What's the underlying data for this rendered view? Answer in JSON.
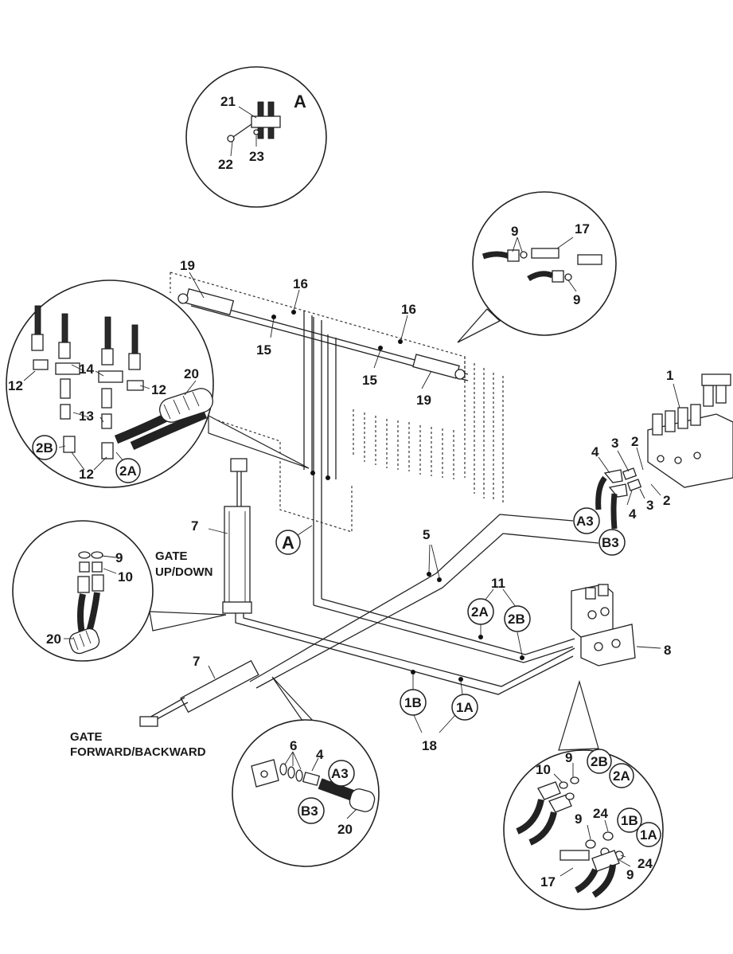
{
  "detail_labels": {
    "A_detail": "A",
    "A_marker": "A",
    "part_1": "1",
    "part_2a": "2",
    "part_2b": "2",
    "part_3a": "3",
    "part_3b": "3",
    "part_4a": "4",
    "part_4b": "4",
    "part_4c": "4",
    "part_5": "5",
    "part_6": "6",
    "part_7a": "7",
    "part_7b": "7",
    "part_8": "8",
    "part_9a": "9",
    "part_9b": "9",
    "part_9c": "9",
    "part_9d": "9",
    "part_9e": "9",
    "part_9f": "9",
    "part_10a": "10",
    "part_10b": "10",
    "part_11": "11",
    "part_12a": "12",
    "part_12b": "12",
    "part_12c": "12",
    "part_13": "13",
    "part_14": "14",
    "part_15a": "15",
    "part_15b": "15",
    "part_16a": "16",
    "part_16b": "16",
    "part_17a": "17",
    "part_17b": "17",
    "part_18": "18",
    "part_19a": "19",
    "part_19b": "19",
    "part_20a": "20",
    "part_20b": "20",
    "part_20c": "20",
    "part_21": "21",
    "part_22": "22",
    "part_23": "23",
    "part_24a": "24",
    "part_24b": "24"
  },
  "port_bubbles": {
    "2B_left": "2B",
    "2A_left": "2A",
    "A3_right": "A3",
    "B3_right": "B3",
    "2A_mid": "2A",
    "2B_mid": "2B",
    "1B_mid": "1B",
    "1A_mid": "1A",
    "A3_bottom": "A3",
    "B3_bottom": "B3",
    "2B_br": "2B",
    "2A_br": "2A",
    "1B_br": "1B",
    "1A_br": "1A"
  },
  "captions": {
    "gate_up_down_1": "GATE",
    "gate_up_down_2": "UP/DOWN",
    "gate_fb_1": "GATE",
    "gate_fb_2": "FORWARD/BACKWARD"
  }
}
